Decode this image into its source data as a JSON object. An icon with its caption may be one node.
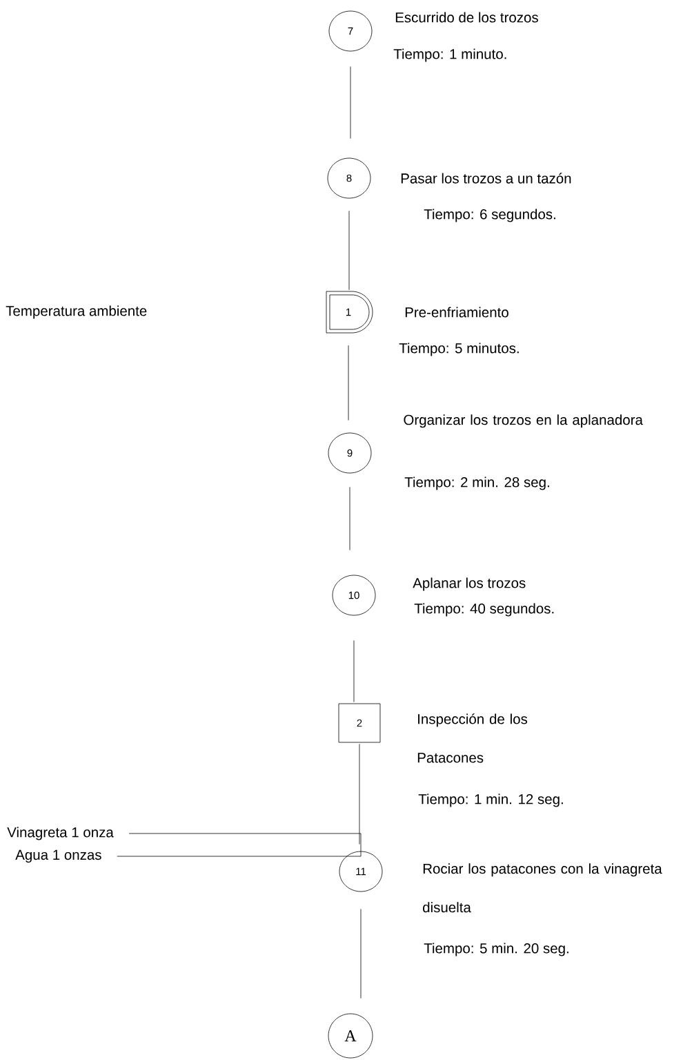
{
  "diagram": {
    "nodes": [
      {
        "text": [
          "7"
        ],
        "beside": [
          "Escurrido de los trozos",
          "Tiempo: 1 minuto."
        ]
      },
      {
        "text": [
          "8"
        ],
        "beside": [
          "Pasar los trozos a un tazón",
          "Tiempo: 6 segundos."
        ]
      },
      {
        "text": [
          "1"
        ],
        "beside": [
          "Pre-enfriamiento",
          "Tiempo: 5 minutos."
        ]
      },
      {
        "text": [
          "9"
        ],
        "beside": [
          "Organizar los trozos en la aplanadora",
          "Tiempo: 2 min. 28 seg."
        ]
      },
      {
        "text": [
          "10"
        ],
        "beside": [
          "Aplanar los trozos",
          "Tiempo: 40 segundos."
        ]
      },
      {
        "text": [
          "2"
        ],
        "beside": [
          "Inspección  de los Patacones",
          "Tiempo: 1 min. 12 seg."
        ]
      },
      {
        "text": [
          "Vinagreta 1 onza"
        ]
      },
      {
        "text": [
          "Agua  1 onzas"
        ]
      },
      {
        "text": [
          "11"
        ],
        "beside": [
          "Rociar los patacones con la vinagreta disuelta",
          "Tiempo: 5 min. 20 seg."
        ]
      },
      {
        "text": [
          "A"
        ]
      }
    ],
    "edges": [
      {
        "from": 0,
        "to": 1,
        "arrow": "none"
      },
      {
        "from": 1,
        "to": 2,
        "arrow": "none"
      },
      {
        "from": 2,
        "to": 3,
        "arrow": "none"
      },
      {
        "from": 3,
        "to": 4,
        "arrow": "none"
      },
      {
        "from": 4,
        "to": 5,
        "arrow": "none"
      },
      {
        "from": 5,
        "to": 8,
        "arrow": "none"
      },
      {
        "from": 6,
        "to": 8,
        "arrow": "none"
      },
      {
        "from": 7,
        "to": 8,
        "arrow": "none"
      },
      {
        "from": 8,
        "to": 9,
        "arrow": "none"
      }
    ],
    "labels": [
      "Temperatura ambiente"
    ]
  }
}
